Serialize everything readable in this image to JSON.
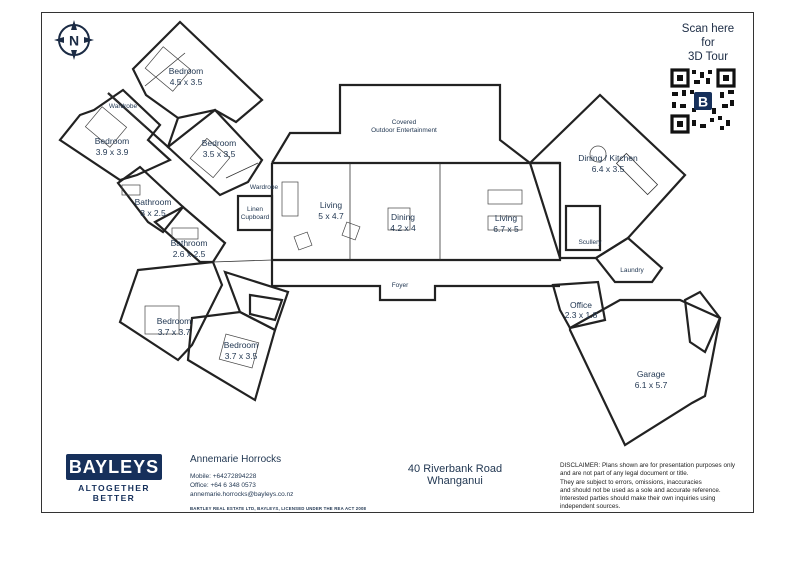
{
  "scan": {
    "line1": "Scan here",
    "line2": "for",
    "line3": "3D Tour"
  },
  "compass": {
    "north_label": "N"
  },
  "rooms": {
    "bedroom_top_name": "Bedroom",
    "bedroom_top_size": "4.5 x 3.5",
    "wardrobe_1": "Wardrobe",
    "bedroom_left_name": "Bedroom",
    "bedroom_left_size": "3.9 x 3.9",
    "bedroom_mid_name": "Bedroom",
    "bedroom_mid_size": "3.5 x 3.5",
    "bathroom_1_name": "Bathroom",
    "bathroom_1_size": "3 x 2.5",
    "bathroom_2_name": "Bathroom",
    "bathroom_2_size": "2.6 x 2.5",
    "wardrobe_2": "Wardrobe",
    "linen_line1": "Linen",
    "linen_line2": "Cupboard",
    "covered_line1": "Covered",
    "covered_line2": "Outdoor Entertainment",
    "living_1_name": "Living",
    "living_1_size": "5 x 4.7",
    "dining_name": "Dining",
    "dining_size": "4.2 x 4",
    "living_2_name": "Living",
    "living_2_size": "6.7 x 5",
    "dining_kitchen_name": "Dining / Kitchen",
    "dining_kitchen_size": "6.4 x 3.5",
    "scullery": "Scullery",
    "laundry": "Laundry",
    "foyer": "Foyer",
    "office_name": "Office",
    "office_size": "2.3 x 1.8",
    "garage_name": "Garage",
    "garage_size": "6.1 x 5.7",
    "bedroom_bl_name": "Bedroom",
    "bedroom_bl_size": "3.7 x 3.7",
    "bedroom_bm_name": "Bedroom",
    "bedroom_bm_size": "3.7 x 3.5"
  },
  "footer": {
    "brand": "BAYLEYS",
    "tagline_1": "ALTOGETHER",
    "tagline_2": "BETTER",
    "agent_name": "Annemarie Horrocks",
    "mobile": "Mobile: +64272894228",
    "office": "Office: +64 6 348 0573",
    "email": "annemarie.horrocks@bayleys.co.nz",
    "licence": "BARTLEY REAL ESTATE LTD, BAYLEYS, LICENSED UNDER THE REA ACT 2008",
    "address_1": "40 Riverbank Road",
    "address_2": "Whanganui",
    "disclaimer_1": "DISCLAIMER:  Plans shown are for presentation purposes only",
    "disclaimer_2": "and are not part of any legal document or title.",
    "disclaimer_3": "They are subject to errors, omissions, inaccuracies",
    "disclaimer_4": "and should not be used as a sole and accurate reference.",
    "disclaimer_5": "Interested parties should make their own inquiries using",
    "disclaimer_6": "independent sources."
  },
  "colors": {
    "navy": "#16305b",
    "label": "#1f3550"
  }
}
